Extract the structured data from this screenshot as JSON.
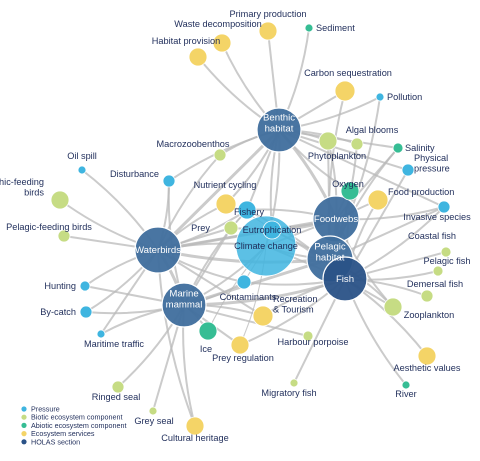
{
  "colors": {
    "pressure": "#3fb5e0",
    "biotic": "#c6dc84",
    "abiotic": "#36bd94",
    "ecosystem_service": "#f4d467",
    "holas": "#3f6e9d",
    "holas_dark": "#2a5287",
    "edge": "#b9b9b9",
    "label": "#1f2d5a"
  },
  "legend": [
    {
      "key": "pressure",
      "label": "Pressure",
      "color": "#3fb5e0"
    },
    {
      "key": "biotic",
      "label": "Biotic ecosystem component",
      "color": "#c6dc84"
    },
    {
      "key": "abiotic",
      "label": "Abiotic ecosystem component",
      "color": "#36bd94"
    },
    {
      "key": "ecosystem_service",
      "label": "Ecosystem services",
      "color": "#f4d467"
    },
    {
      "key": "holas",
      "label": "HOLAS section",
      "color": "#2a5287"
    }
  ],
  "nodes": [
    {
      "id": "benthic_habitat",
      "lines": [
        "Benthic",
        "habitat"
      ],
      "category": "holas"
    },
    {
      "id": "waterbirds",
      "lines": [
        "Waterbirds"
      ],
      "category": "holas"
    },
    {
      "id": "marine_mammal",
      "lines": [
        "Marine",
        "mammal"
      ],
      "category": "holas"
    },
    {
      "id": "foodwebs",
      "lines": [
        "Foodwebs"
      ],
      "category": "holas"
    },
    {
      "id": "pelagic_habitat",
      "lines": [
        "Pelagic",
        "habitat"
      ],
      "category": "holas"
    },
    {
      "id": "fish",
      "lines": [
        "Fish"
      ],
      "category": "holas"
    },
    {
      "id": "climate_change",
      "lines": [
        "Climate change"
      ],
      "category": "pressure"
    },
    {
      "id": "eutrophication",
      "lines": [
        "Eutrophication"
      ],
      "category": "pressure"
    },
    {
      "id": "fishery",
      "lines": [
        "Fishery"
      ],
      "category": "pressure"
    },
    {
      "id": "prey",
      "lines": [
        "Prey"
      ],
      "category": "biotic"
    },
    {
      "id": "contaminants",
      "lines": [
        "Contaminants"
      ],
      "category": "pressure"
    },
    {
      "id": "oil_spill",
      "lines": [
        "Oil spill"
      ],
      "category": "pressure"
    },
    {
      "id": "disturbance",
      "lines": [
        "Disturbance"
      ],
      "category": "pressure"
    },
    {
      "id": "hunting",
      "lines": [
        "Hunting"
      ],
      "category": "pressure"
    },
    {
      "id": "by_catch",
      "lines": [
        "By-catch"
      ],
      "category": "pressure"
    },
    {
      "id": "maritime_traffic",
      "lines": [
        "Maritime traffic"
      ],
      "category": "pressure"
    },
    {
      "id": "pollution",
      "lines": [
        "Pollution"
      ],
      "category": "pressure"
    },
    {
      "id": "invasive_species",
      "lines": [
        "Invasive species"
      ],
      "category": "pressure"
    },
    {
      "id": "physical_pressure",
      "lines": [
        "Physical",
        "pressure"
      ],
      "category": "pressure"
    },
    {
      "id": "benthic_feeding_birds",
      "lines": [
        "Benthic-feeding",
        "birds"
      ],
      "category": "biotic"
    },
    {
      "id": "pelagic_feeding_birds",
      "lines": [
        "Pelagic-feeding birds"
      ],
      "category": "biotic"
    },
    {
      "id": "macrozoobenthos",
      "lines": [
        "Macrozoobenthos"
      ],
      "category": "biotic"
    },
    {
      "id": "phytoplankton",
      "lines": [
        "Phytoplankton"
      ],
      "category": "biotic"
    },
    {
      "id": "algal_blooms",
      "lines": [
        "Algal blooms"
      ],
      "category": "biotic"
    },
    {
      "id": "zooplankton",
      "lines": [
        "Zooplankton"
      ],
      "category": "biotic"
    },
    {
      "id": "coastal_fish",
      "lines": [
        "Coastal fish"
      ],
      "category": "biotic"
    },
    {
      "id": "pelagic_fish",
      "lines": [
        "Pelagic fish"
      ],
      "category": "biotic"
    },
    {
      "id": "demersal_fish",
      "lines": [
        "Demersal fish"
      ],
      "category": "biotic"
    },
    {
      "id": "harbour_porpoise",
      "lines": [
        "Harbour porpoise"
      ],
      "category": "biotic"
    },
    {
      "id": "migratory_fish",
      "lines": [
        "Migratory fish"
      ],
      "category": "biotic"
    },
    {
      "id": "ringed_seal",
      "lines": [
        "Ringed seal"
      ],
      "category": "biotic"
    },
    {
      "id": "grey_seal",
      "lines": [
        "Grey seal"
      ],
      "category": "biotic"
    },
    {
      "id": "sediment",
      "lines": [
        "Sediment"
      ],
      "category": "abiotic"
    },
    {
      "id": "salinity",
      "lines": [
        "Salinity"
      ],
      "category": "abiotic"
    },
    {
      "id": "oxygen",
      "lines": [
        "Oxygen"
      ],
      "category": "abiotic"
    },
    {
      "id": "ice",
      "lines": [
        "Ice"
      ],
      "category": "abiotic"
    },
    {
      "id": "river",
      "lines": [
        "River"
      ],
      "category": "abiotic"
    },
    {
      "id": "waste_decomposition",
      "lines": [
        "Waste decomposition"
      ],
      "category": "ecosystem_service"
    },
    {
      "id": "primary_production",
      "lines": [
        "Primary production"
      ],
      "category": "ecosystem_service"
    },
    {
      "id": "habitat_provision",
      "lines": [
        "Habitat provision"
      ],
      "category": "ecosystem_service"
    },
    {
      "id": "carbon_sequestration",
      "lines": [
        "Carbon sequestration"
      ],
      "category": "ecosystem_service"
    },
    {
      "id": "nutrient_cycling",
      "lines": [
        "Nutrient cycling"
      ],
      "category": "ecosystem_service"
    },
    {
      "id": "food_production",
      "lines": [
        "Food production"
      ],
      "category": "ecosystem_service"
    },
    {
      "id": "recreation_tourism",
      "lines": [
        "Recreation",
        "& Tourism"
      ],
      "category": "ecosystem_service"
    },
    {
      "id": "prey_regulation",
      "lines": [
        "Prey regulation"
      ],
      "category": "ecosystem_service"
    },
    {
      "id": "aesthetic_values",
      "lines": [
        "Aesthetic values"
      ],
      "category": "ecosystem_service"
    },
    {
      "id": "cultural_heritage",
      "lines": [
        "Cultural heritage"
      ],
      "category": "ecosystem_service"
    }
  ],
  "edges": [
    [
      "benthic_habitat",
      "waste_decomposition"
    ],
    [
      "benthic_habitat",
      "primary_production"
    ],
    [
      "benthic_habitat",
      "sediment"
    ],
    [
      "benthic_habitat",
      "habitat_provision"
    ],
    [
      "benthic_habitat",
      "carbon_sequestration"
    ],
    [
      "benthic_habitat",
      "pollution"
    ],
    [
      "benthic_habitat",
      "algal_blooms"
    ],
    [
      "benthic_habitat",
      "salinity"
    ],
    [
      "benthic_habitat",
      "macrozoobenthos"
    ],
    [
      "benthic_habitat",
      "phytoplankton"
    ],
    [
      "benthic_habitat",
      "physical_pressure"
    ],
    [
      "benthic_habitat",
      "oxygen"
    ],
    [
      "benthic_habitat",
      "foodwebs"
    ],
    [
      "benthic_habitat",
      "fishery"
    ],
    [
      "benthic_habitat",
      "eutrophication"
    ],
    [
      "benthic_habitat",
      "climate_change"
    ],
    [
      "benthic_habitat",
      "waterbirds"
    ],
    [
      "benthic_habitat",
      "disturbance"
    ],
    [
      "benthic_habitat",
      "nutrient_cycling"
    ],
    [
      "benthic_habitat",
      "invasive_species"
    ],
    [
      "waterbirds",
      "oil_spill"
    ],
    [
      "waterbirds",
      "benthic_feeding_birds"
    ],
    [
      "waterbirds",
      "pelagic_feeding_birds"
    ],
    [
      "waterbirds",
      "hunting"
    ],
    [
      "waterbirds",
      "by_catch"
    ],
    [
      "waterbirds",
      "maritime_traffic"
    ],
    [
      "waterbirds",
      "disturbance"
    ],
    [
      "waterbirds",
      "macrozoobenthos"
    ],
    [
      "waterbirds",
      "prey"
    ],
    [
      "waterbirds",
      "fishery"
    ],
    [
      "waterbirds",
      "climate_change"
    ],
    [
      "waterbirds",
      "eutrophication"
    ],
    [
      "waterbirds",
      "contaminants"
    ],
    [
      "waterbirds",
      "marine_mammal"
    ],
    [
      "waterbirds",
      "foodwebs"
    ],
    [
      "waterbirds",
      "pelagic_habitat"
    ],
    [
      "waterbirds",
      "nutrient_cycling"
    ],
    [
      "waterbirds",
      "recreation_tourism"
    ],
    [
      "waterbirds",
      "cultural_heritage"
    ],
    [
      "marine_mammal",
      "ringed_seal"
    ],
    [
      "marine_mammal",
      "grey_seal"
    ],
    [
      "marine_mammal",
      "cultural_heritage"
    ],
    [
      "marine_mammal",
      "by_catch"
    ],
    [
      "marine_mammal",
      "hunting"
    ],
    [
      "marine_mammal",
      "maritime_traffic"
    ],
    [
      "marine_mammal",
      "ice"
    ],
    [
      "marine_mammal",
      "prey_regulation"
    ],
    [
      "marine_mammal",
      "contaminants"
    ],
    [
      "marine_mammal",
      "recreation_tourism"
    ],
    [
      "marine_mammal",
      "harbour_porpoise"
    ],
    [
      "marine_mammal",
      "climate_change"
    ],
    [
      "marine_mammal",
      "fishery"
    ],
    [
      "marine_mammal",
      "prey"
    ],
    [
      "marine_mammal",
      "fish"
    ],
    [
      "marine_mammal",
      "disturbance"
    ],
    [
      "marine_mammal",
      "pelagic_habitat"
    ],
    [
      "foodwebs",
      "fishery"
    ],
    [
      "foodwebs",
      "eutrophication"
    ],
    [
      "foodwebs",
      "climate_change"
    ],
    [
      "foodwebs",
      "phytoplankton"
    ],
    [
      "foodwebs",
      "oxygen"
    ],
    [
      "foodwebs",
      "food_production"
    ],
    [
      "foodwebs",
      "invasive_species"
    ],
    [
      "foodwebs",
      "pelagic_habitat"
    ],
    [
      "foodwebs",
      "fish"
    ],
    [
      "foodwebs",
      "zooplankton"
    ],
    [
      "foodwebs",
      "prey"
    ],
    [
      "foodwebs",
      "salinity"
    ],
    [
      "pelagic_habitat",
      "fish"
    ],
    [
      "pelagic_habitat",
      "zooplankton"
    ],
    [
      "pelagic_habitat",
      "phytoplankton"
    ],
    [
      "pelagic_habitat",
      "oxygen"
    ],
    [
      "pelagic_habitat",
      "climate_change"
    ],
    [
      "pelagic_habitat",
      "eutrophication"
    ],
    [
      "pelagic_habitat",
      "algal_blooms"
    ],
    [
      "pelagic_habitat",
      "salinity"
    ],
    [
      "pelagic_habitat",
      "invasive_species"
    ],
    [
      "pelagic_habitat",
      "pollution"
    ],
    [
      "pelagic_habitat",
      "carbon_sequestration"
    ],
    [
      "fish",
      "coastal_fish"
    ],
    [
      "fish",
      "pelagic_fish"
    ],
    [
      "fish",
      "demersal_fish"
    ],
    [
      "fish",
      "zooplankton"
    ],
    [
      "fish",
      "river"
    ],
    [
      "fish",
      "aesthetic_values"
    ],
    [
      "fish",
      "migratory_fish"
    ],
    [
      "fish",
      "fishery"
    ],
    [
      "fish",
      "food_production"
    ],
    [
      "fish",
      "climate_change"
    ],
    [
      "fish",
      "eutrophication"
    ],
    [
      "fish",
      "contaminants"
    ],
    [
      "fish",
      "oxygen"
    ],
    [
      "fish",
      "recreation_tourism"
    ],
    [
      "fish",
      "prey_regulation"
    ],
    [
      "fish",
      "physical_pressure"
    ],
    [
      "fish",
      "invasive_species"
    ],
    [
      "climate_change",
      "eutrophication"
    ],
    [
      "climate_change",
      "contaminants"
    ],
    [
      "climate_change",
      "ice"
    ],
    [
      "climate_change",
      "prey_regulation"
    ],
    [
      "fishery",
      "prey"
    ],
    [
      "eutrophication",
      "nutrient_cycling"
    ]
  ]
}
